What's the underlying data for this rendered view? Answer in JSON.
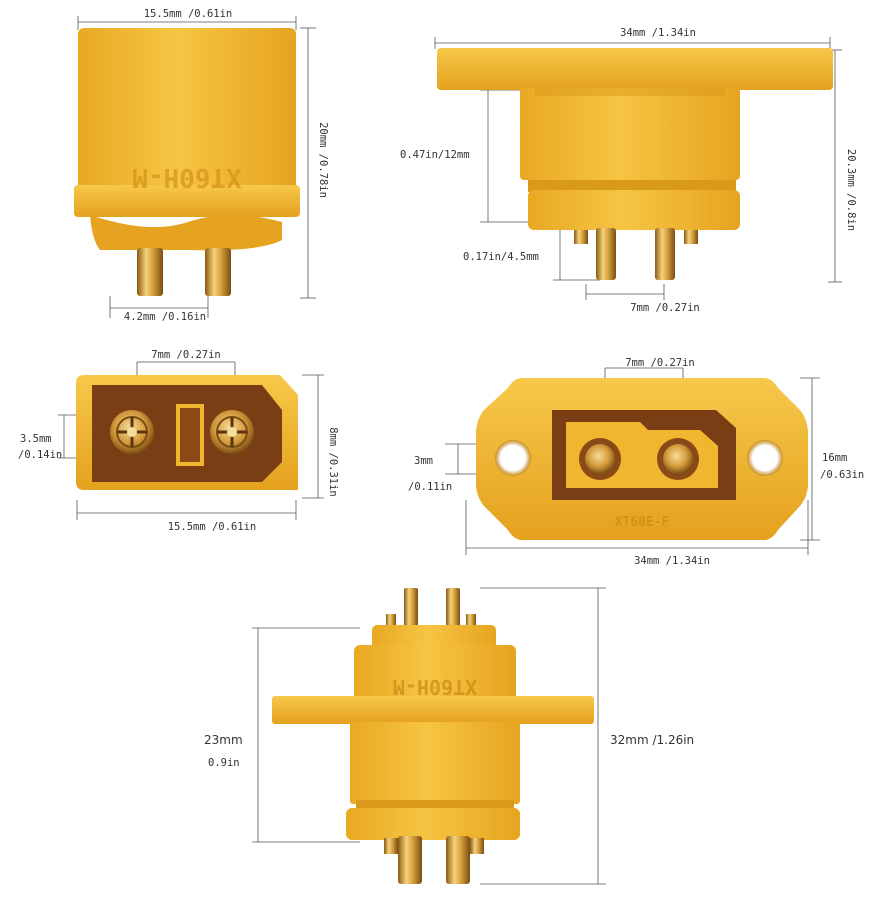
{
  "colors": {
    "connector_yellow": "#f0b630",
    "connector_dark": "#d99a1a",
    "connector_light": "#f7c94a",
    "socket_brown": "#7a3e14",
    "brass_gold": "#d9a441",
    "dimension_line": "#555555",
    "label_text": "#333333"
  },
  "views": {
    "top_left": {
      "width_label": "15.5mm /0.61in",
      "height_label": "20mm /0.78in",
      "pin_gap_label": "4.2mm /0.16in",
      "stamp_text": "XT60H-M"
    },
    "top_right": {
      "width_label": "34mm /1.34in",
      "body_height_label": "0.47in/12mm",
      "total_height_label": "20.3mm /0.8in",
      "pin_length_label": "0.17in/4.5mm",
      "pin_spacing_label": "7mm /0.27in"
    },
    "middle_left": {
      "spacing_label": "7mm /0.27in",
      "height_mm_label": "3.5mm",
      "height_in_label": "/0.14in",
      "side_label": "8mm /0.31in",
      "width_label": "15.5mm /0.61in"
    },
    "middle_right": {
      "spacing_label": "7mm /0.27in",
      "hole_mm_label": "3mm",
      "hole_in_label": "/0.11in",
      "side_mm_label": "16mm",
      "side_in_label": "/0.63in",
      "width_label": "34mm /1.34in",
      "stamp_text": "XT60E-F"
    },
    "bottom": {
      "left_mm_label": "23mm",
      "left_in_label": "0.9in",
      "right_label": "32mm /1.26in",
      "stamp_text": "XT60H-M"
    }
  }
}
